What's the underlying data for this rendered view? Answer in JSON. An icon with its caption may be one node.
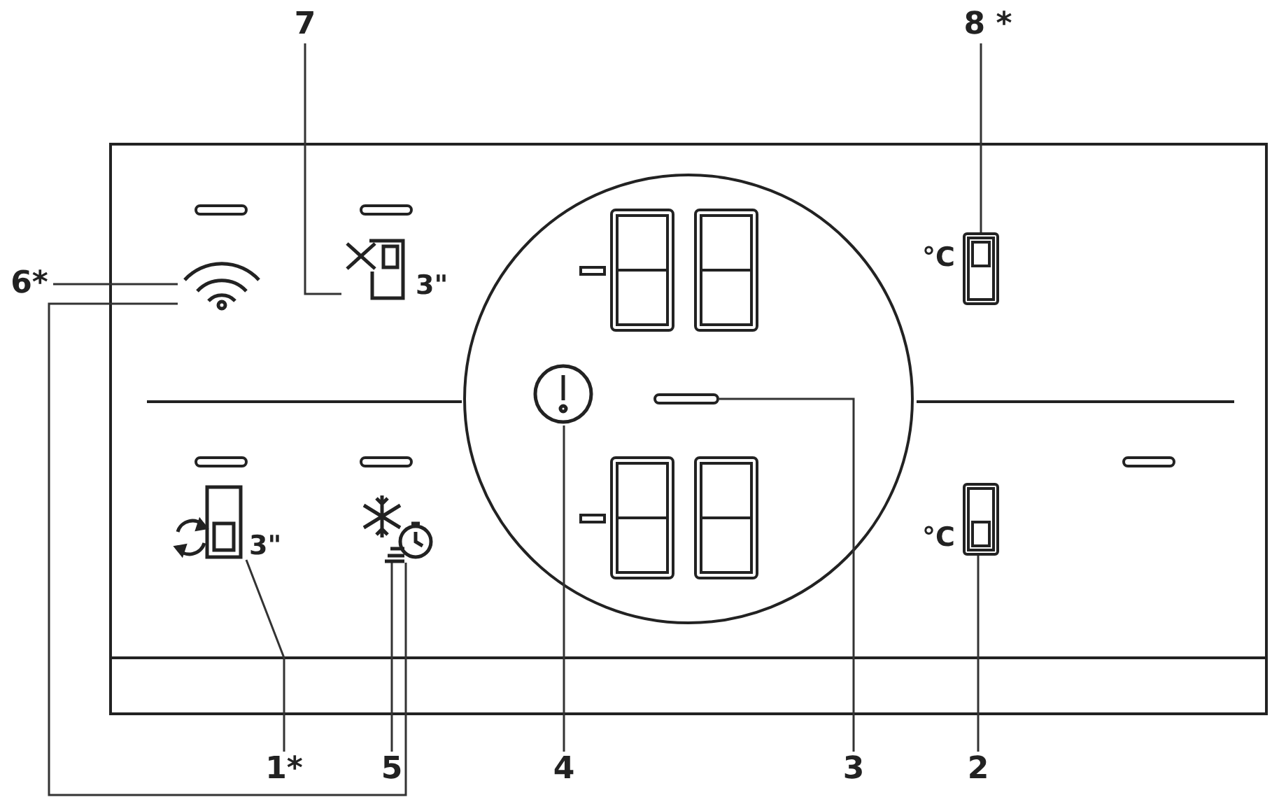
{
  "diagram": {
    "nodes": [
      {
        "text": [
          "7"
        ]
      },
      {
        "text": [
          "8 *"
        ]
      },
      {
        "text": [
          "6*"
        ]
      },
      {
        "text": [
          "1*"
        ]
      },
      {
        "text": [
          "5"
        ]
      },
      {
        "text": [
          "4"
        ]
      },
      {
        "text": [
          "3"
        ]
      },
      {
        "text": [
          "2"
        ]
      },
      {
        "text": [],
        "shape": "icon"
      },
      {
        "text": [],
        "shape": "icon"
      },
      {
        "text": [],
        "shape": "box"
      },
      {
        "text": [],
        "shape": "icon"
      },
      {
        "text": [],
        "shape": "icon"
      },
      {
        "text": [],
        "shape": "icon"
      },
      {
        "text": [],
        "shape": "bar"
      },
      {
        "text": [],
        "shape": "box"
      }
    ],
    "edges": [
      {
        "from": 0,
        "to": 9,
        "arrow": "none"
      },
      {
        "from": 1,
        "to": 10,
        "arrow": "none"
      },
      {
        "from": 2,
        "to": 8,
        "arrow": "none"
      },
      {
        "from": 3,
        "to": 11,
        "arrow": "none"
      },
      {
        "from": 4,
        "to": 12,
        "arrow": "none"
      },
      {
        "from": 5,
        "to": 13,
        "arrow": "none"
      },
      {
        "from": 6,
        "to": 14,
        "arrow": "none"
      },
      {
        "from": 7,
        "to": 15,
        "arrow": "none"
      },
      {
        "from": 8,
        "to": 12,
        "arrow": "none"
      }
    ],
    "labels": [
      "3\"",
      "°C",
      "3\"",
      "°C"
    ]
  }
}
